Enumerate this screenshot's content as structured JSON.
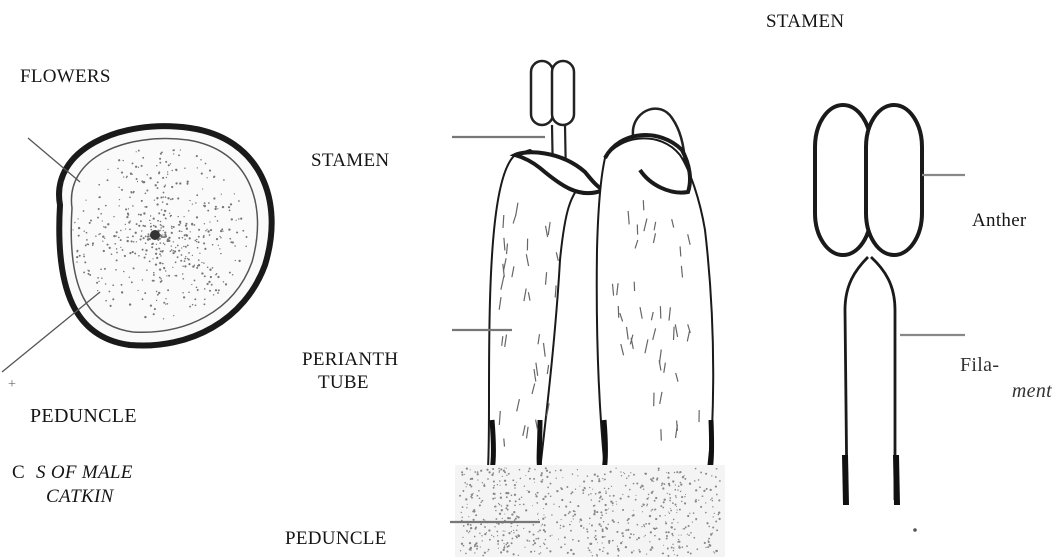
{
  "labels": {
    "flowers": "FLOWERS",
    "peduncle_left": "PEDUNCLE",
    "caption_line1_c": "C",
    "caption_line1_rest": "S OF MALE",
    "caption_line2": "CATKIN",
    "stamen_middle": "STAMEN",
    "perianth_line1": "PERIANTH",
    "perianth_line2": "TUBE",
    "peduncle_middle": "PEDUNCLE",
    "stamen_title": "STAMEN",
    "anther": "Anther",
    "filament_line1": "Fila-",
    "filament_line2": "ment"
  }
}
